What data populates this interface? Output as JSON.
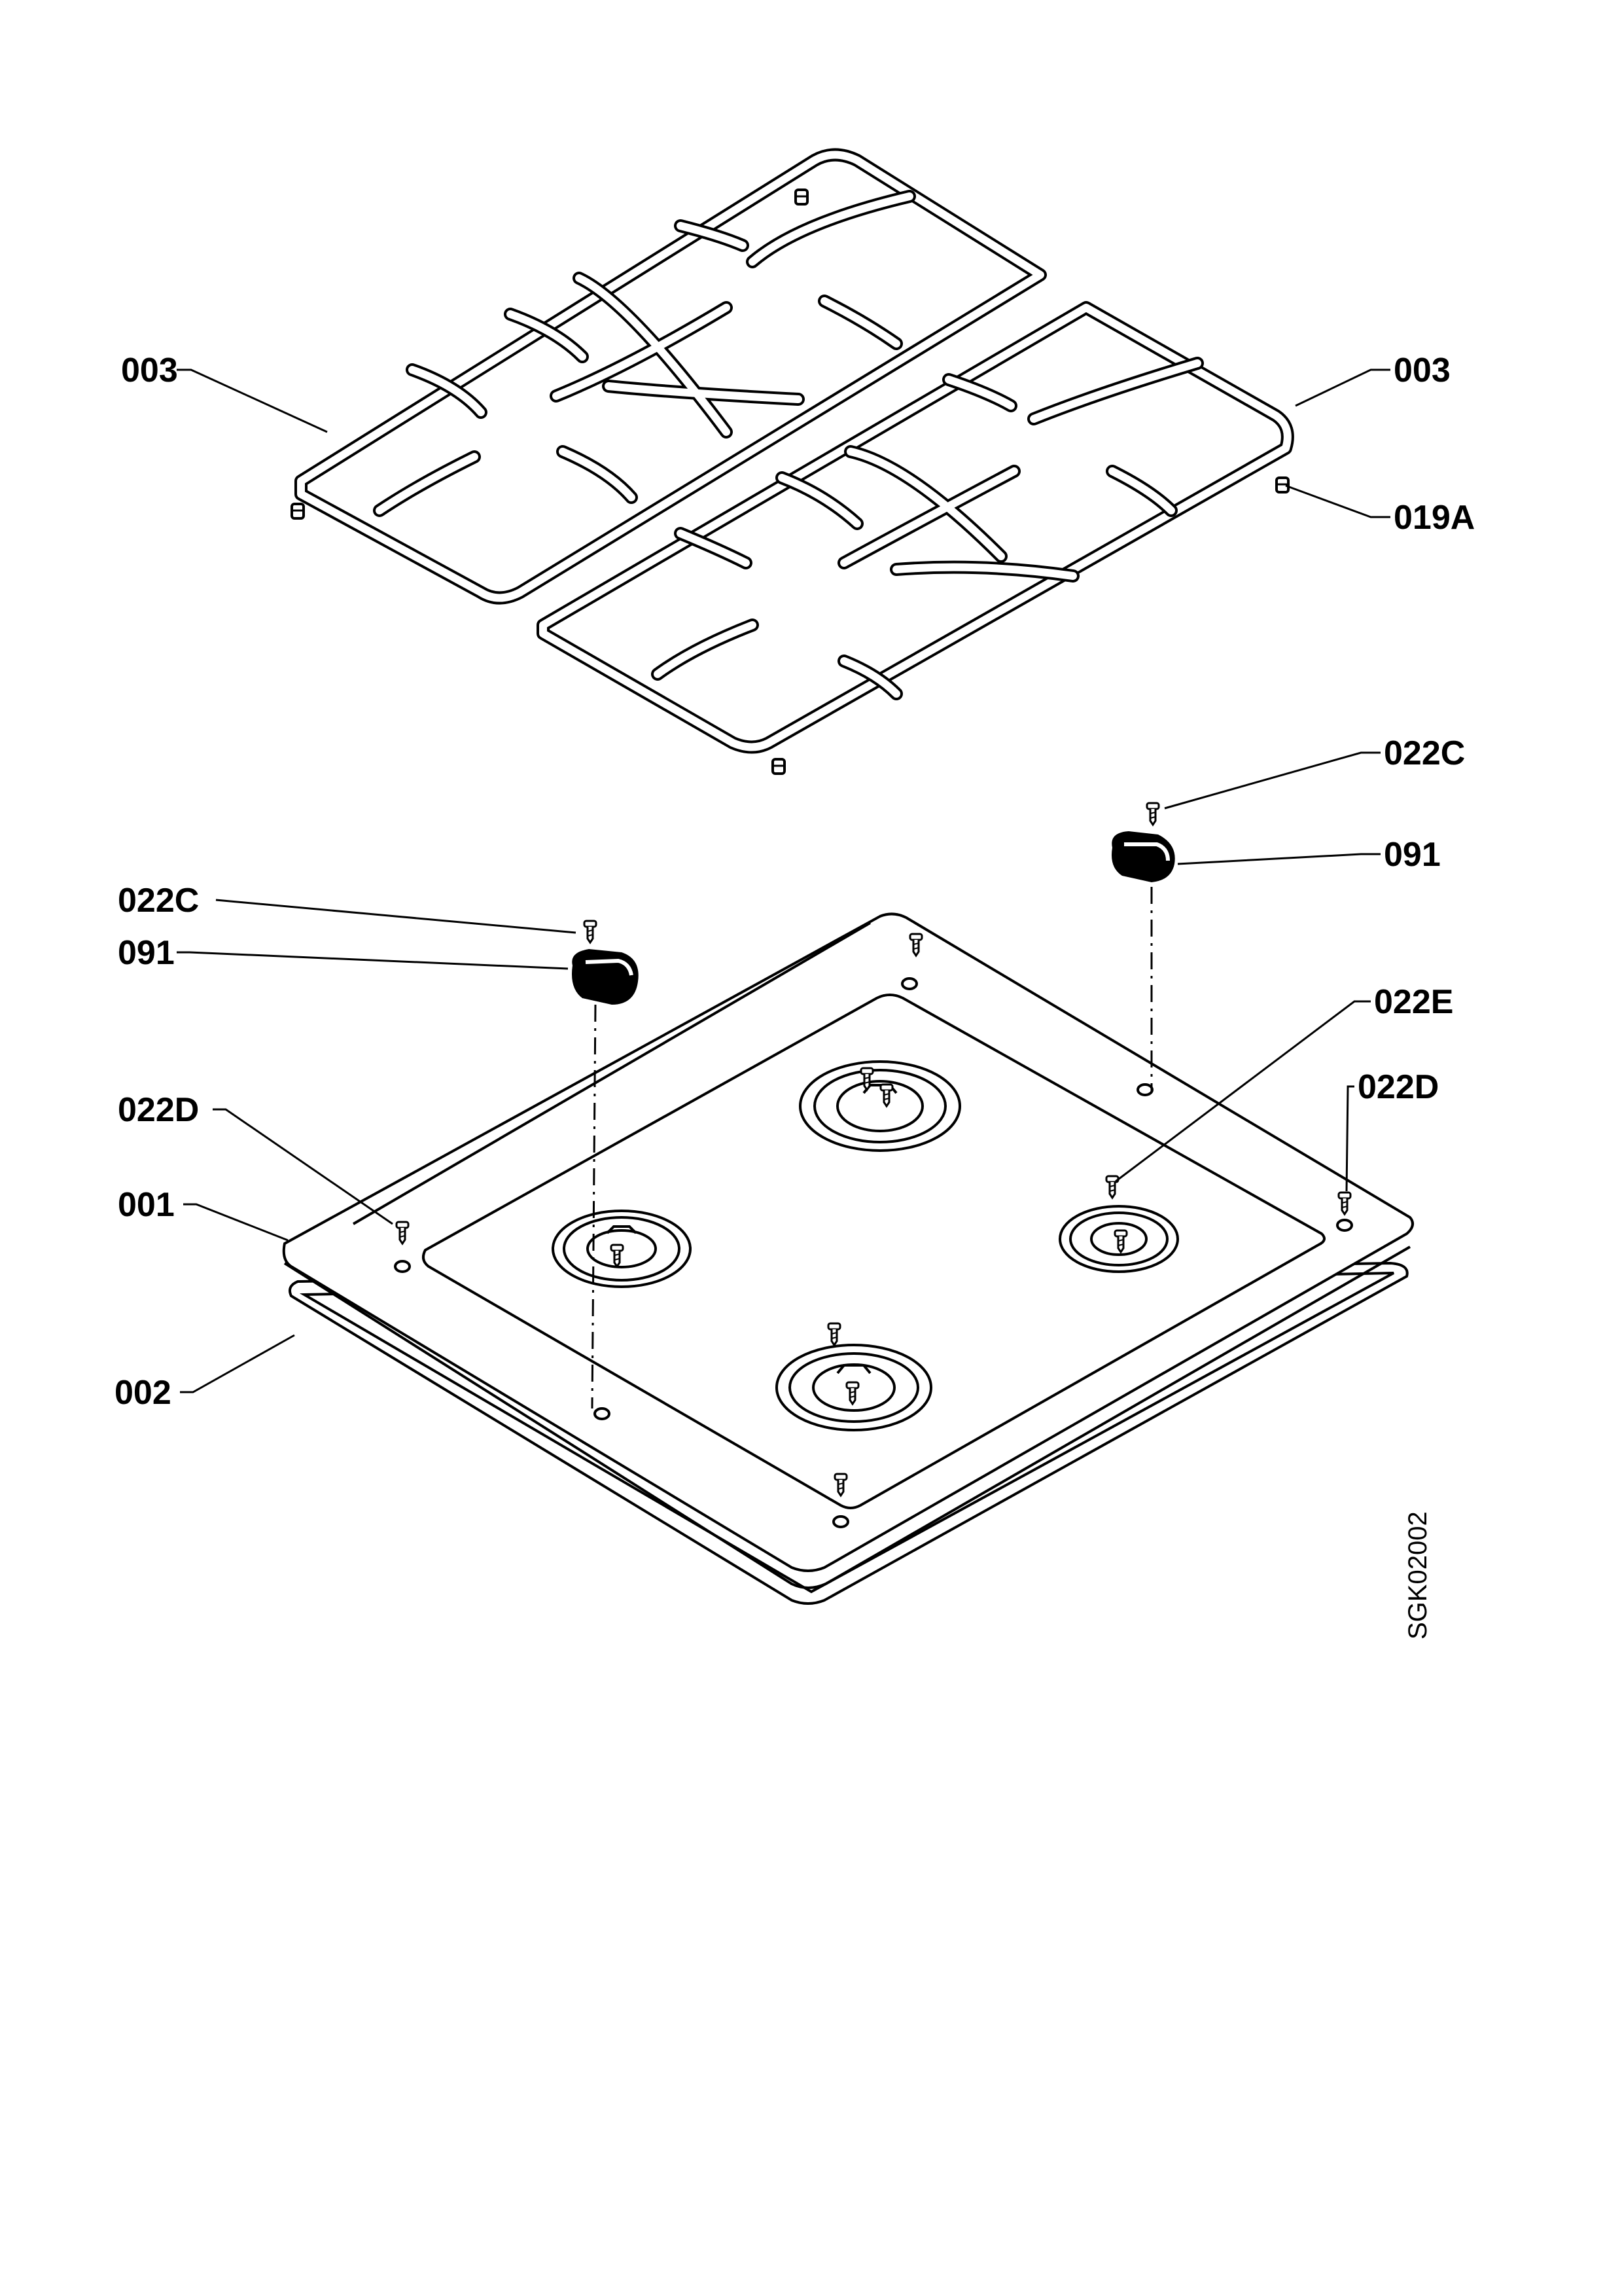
{
  "drawing": {
    "code": "SGK02002"
  },
  "labels": {
    "pan_support_left": "003",
    "pan_support_right": "003",
    "rubber_foot": "019A",
    "screw_c_right": "022C",
    "knob_right": "091",
    "screw_c_left": "022C",
    "knob_left": "091",
    "screw_e": "022E",
    "screw_d_left": "022D",
    "screw_d_right": "022D",
    "hob_top": "001",
    "seal": "002"
  }
}
